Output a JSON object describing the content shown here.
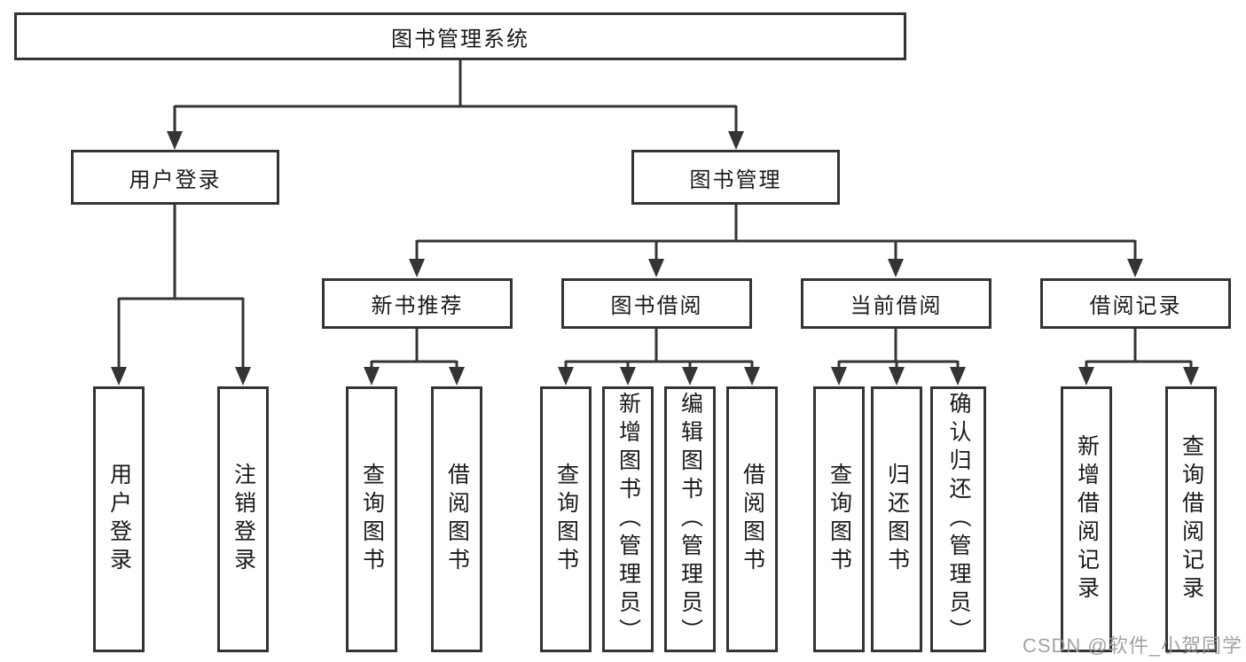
{
  "tree": {
    "label": "图书管理系统",
    "children": [
      {
        "label": "用户登录",
        "children": [
          {
            "label": "用户登录"
          },
          {
            "label": "注销登录"
          }
        ]
      },
      {
        "label": "图书管理",
        "children": [
          {
            "label": "新书推荐",
            "children": [
              {
                "label": "查询图书"
              },
              {
                "label": "借阅图书"
              }
            ]
          },
          {
            "label": "图书借阅",
            "children": [
              {
                "label": "查询图书"
              },
              {
                "label": "新增图书（管理员）"
              },
              {
                "label": "编辑图书（管理员）"
              },
              {
                "label": "借阅图书"
              }
            ]
          },
          {
            "label": "当前借阅",
            "children": [
              {
                "label": "查询图书"
              },
              {
                "label": "归还图书"
              },
              {
                "label": "确认归还（管理员）"
              }
            ]
          },
          {
            "label": "借阅记录",
            "children": [
              {
                "label": "新增借阅记录"
              },
              {
                "label": "查询借阅记录"
              }
            ]
          }
        ]
      }
    ]
  },
  "watermark": {
    "text": "CSDN @软件_小贺同学"
  },
  "colors": {
    "line": "#343434",
    "box_border": "#343434",
    "background": "#ffffff",
    "text": "#1a1a1a",
    "watermark": "#9b9b9b"
  }
}
